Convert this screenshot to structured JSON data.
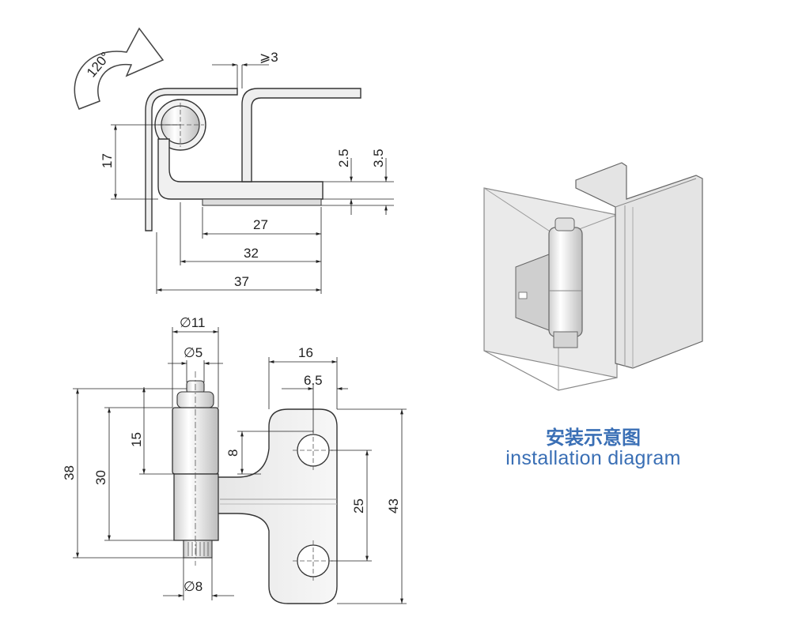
{
  "top_view": {
    "rotation": "120°",
    "gap": "⩾3",
    "dims": {
      "d17": "17",
      "d2_5": "2.5",
      "d3_5": "3.5",
      "d27": "27",
      "d32": "32",
      "d37": "37"
    }
  },
  "front_view": {
    "dims": {
      "d11": "∅11",
      "d5": "∅5",
      "d8": "∅8",
      "d16": "16",
      "d6_5": "6.5",
      "d38": "38",
      "d30": "30",
      "d15": "15",
      "d8v": "8",
      "d25": "25",
      "d43": "43"
    }
  },
  "caption": {
    "chinese": "安装示意图",
    "english": "installation diagram"
  },
  "colors": {
    "caption": "#3a6fb5",
    "line": "#222222",
    "part_fill": "#eeeeee"
  }
}
